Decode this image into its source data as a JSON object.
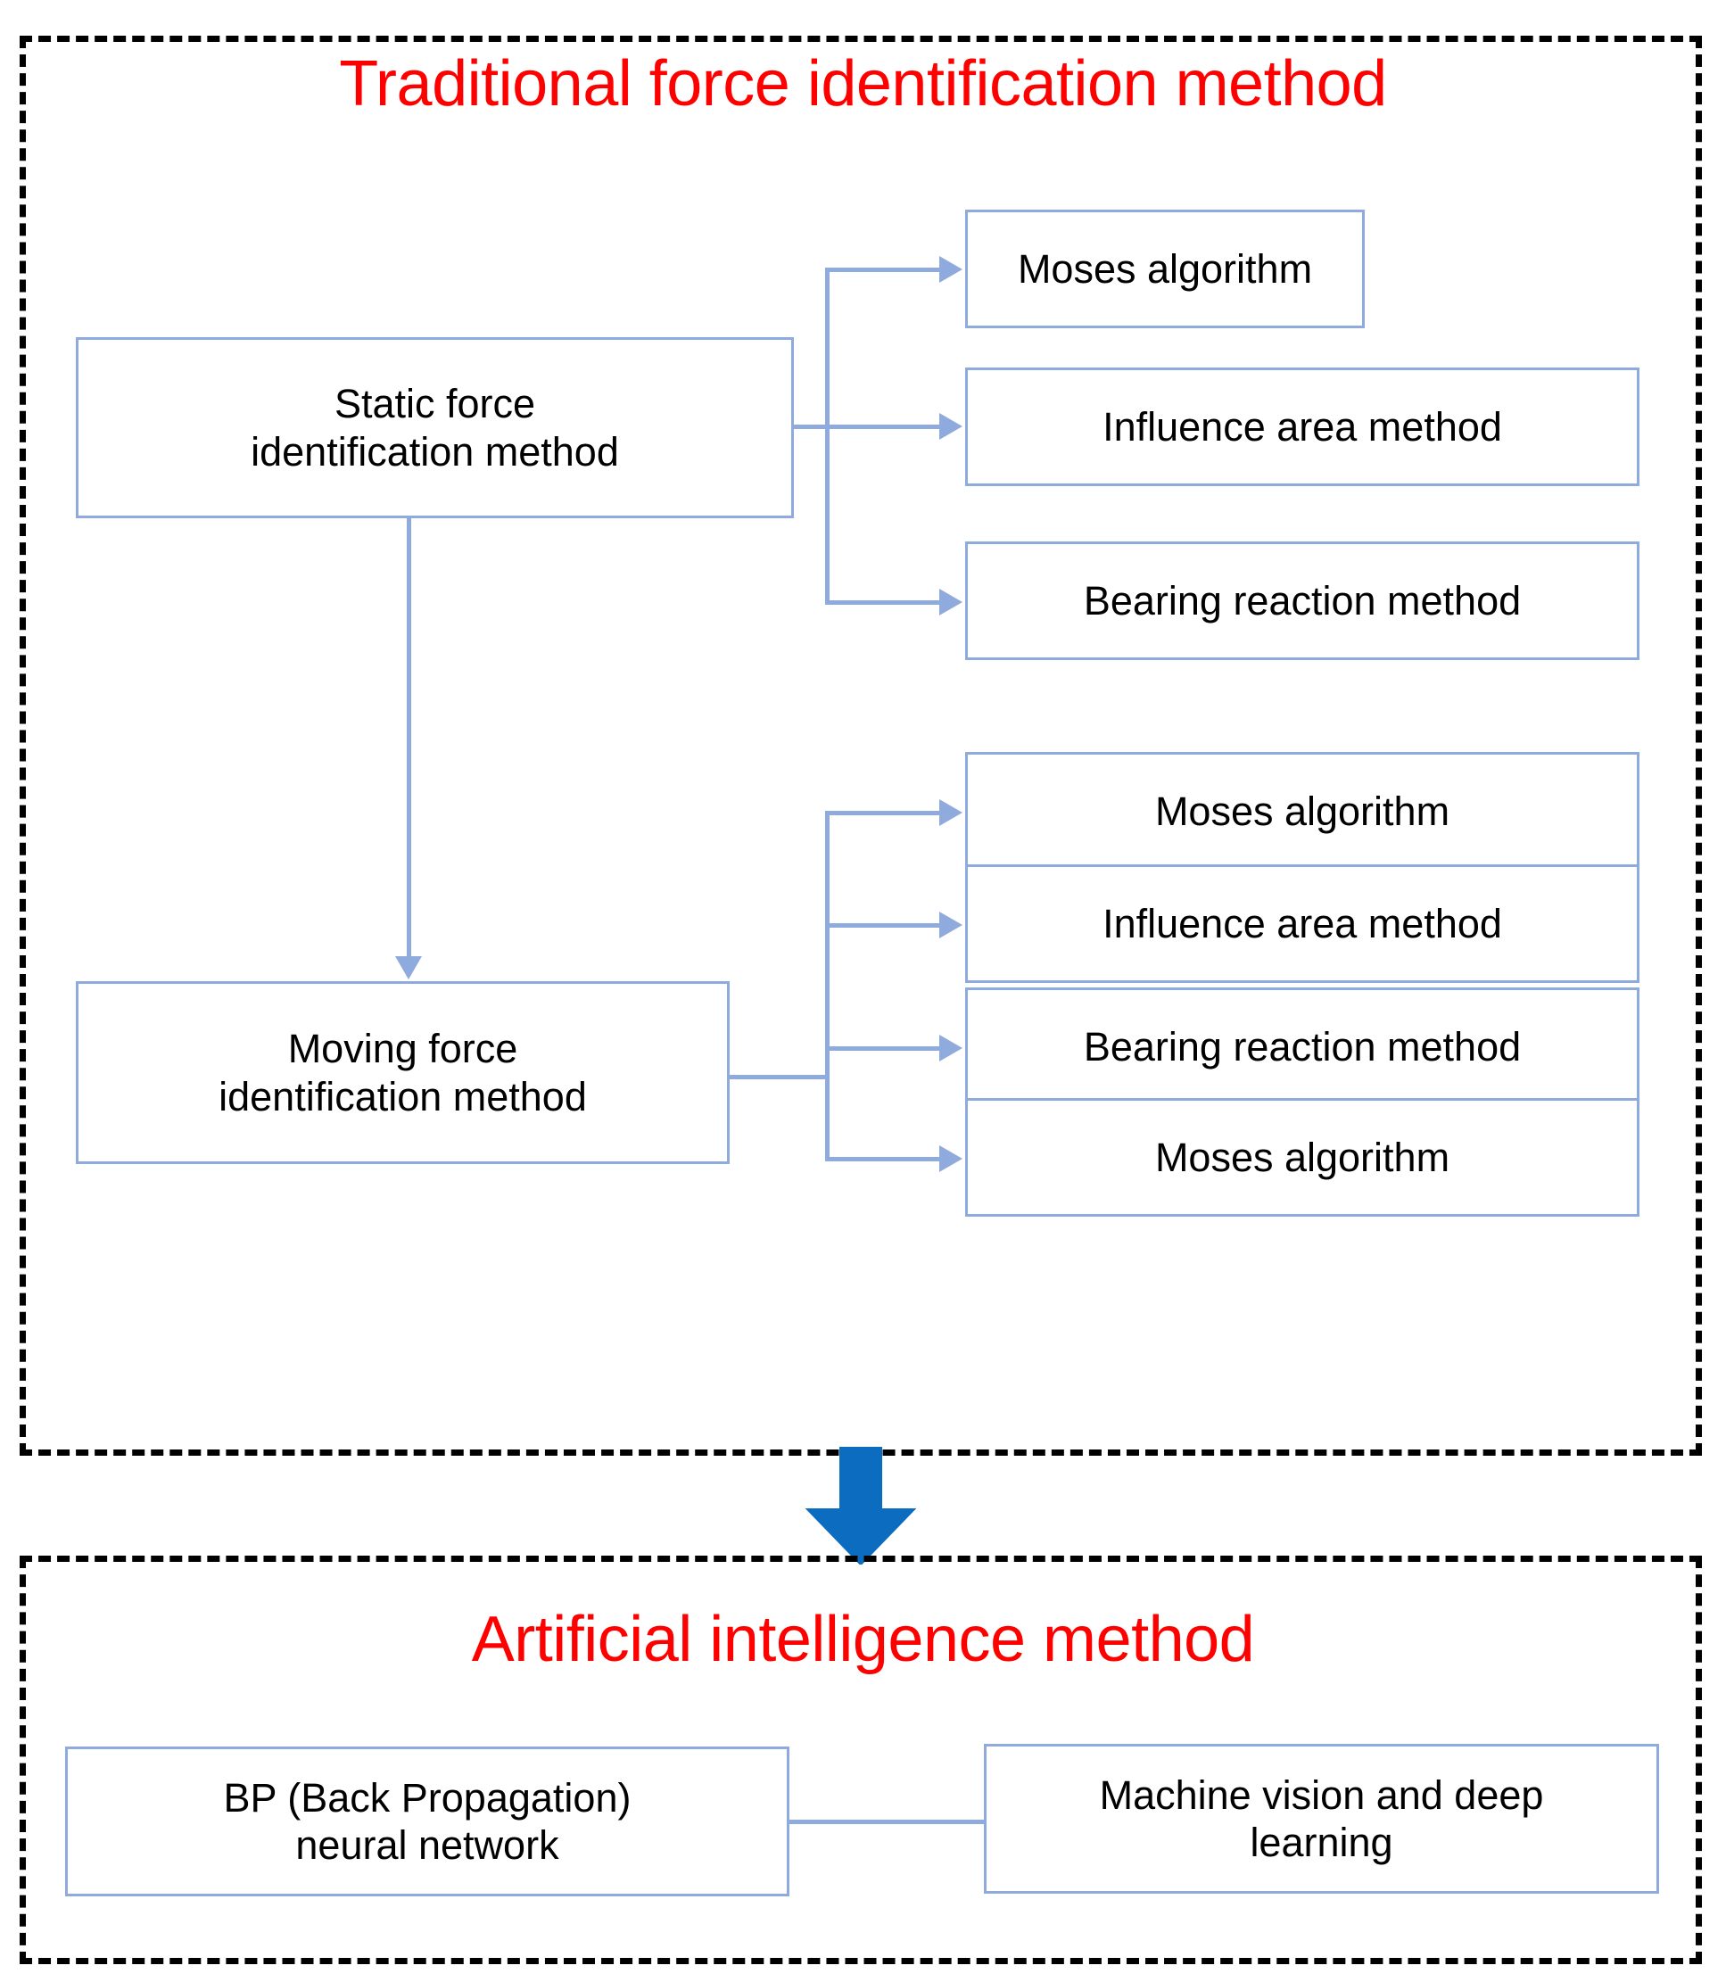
{
  "sections": [
    {
      "id": "traditional",
      "title": "Traditional force identification method",
      "title_color": "#FF0000",
      "nodes": {
        "static_parent": "Static force\nidentification method",
        "static_parent_line1": "Static force",
        "static_parent_line2": "identification method",
        "moving_parent_line1": "Moving force",
        "moving_parent_line2": "identification method"
      },
      "static_children": [
        "Moses algorithm",
        "Influence area method",
        "Bearing reaction method"
      ],
      "moving_children": [
        "Moses algorithm",
        "Influence area method",
        "Bearing reaction method",
        "Moses algorithm"
      ]
    },
    {
      "id": "ai",
      "title": "Artificial intelligence method",
      "title_color": "#FF0000",
      "nodes": {
        "bp_line1": "BP (Back Propagation)",
        "bp_line2": "neural network",
        "mv_line1": "Machine vision and deep",
        "mv_line2": "learning"
      }
    }
  ],
  "colors": {
    "box_border": "#8FAADC",
    "connector": "#8FAADC",
    "dashed_border": "#000000",
    "title_red": "#FF0000",
    "transition_arrow_blue": "#0B6CC0",
    "background": "#FFFFFF"
  },
  "icons": {
    "transition_arrow": "down-arrow-icon"
  }
}
